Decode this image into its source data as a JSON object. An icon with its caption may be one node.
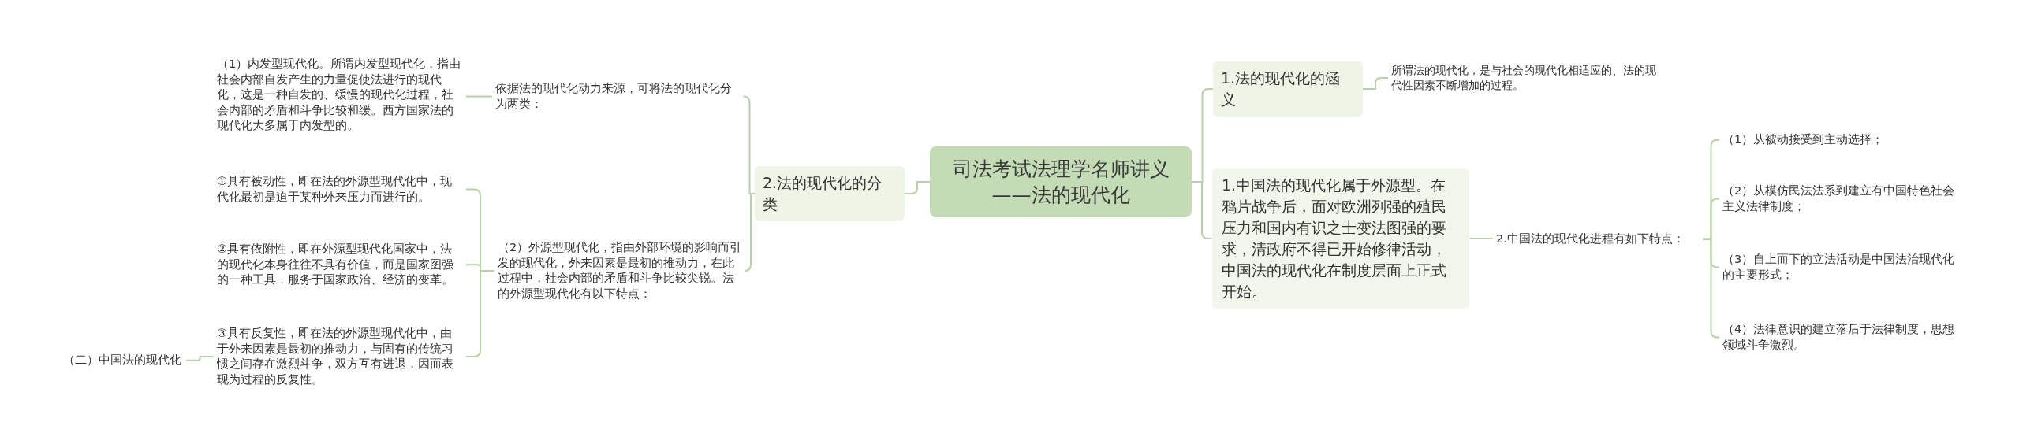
{
  "diagram": {
    "nodes": [
      {
        "text": [
          "司法考试法理学名师讲义——法的现代化"
        ]
      },
      {
        "text": [
          "1.法的现代化的涵义"
        ]
      },
      {
        "text": [
          "所谓法的现代化，是与社会的现代化相适应的、法的现代性因素不断增加的过程。"
        ]
      },
      {
        "text": [
          "1.中国法的现代化属于外源型。在鸦片战争后，面对欧洲列强的殖民压力和国内有识之士变法图强的要求，清政府不得已开始修律活动，中国法的现代化在制度层面上正式开始。"
        ]
      },
      {
        "text": [
          "2.中国法的现代化进程有如下特点："
        ]
      },
      {
        "text": [
          "（1）从被动接受到主动选择；"
        ]
      },
      {
        "text": [
          "（2）从模仿民法法系到建立有中国特色社会主义法律制度；"
        ]
      },
      {
        "text": [
          "（3）自上而下的立法活动是中国法治现代化的主要形式；"
        ]
      },
      {
        "text": [
          "（4）法律意识的建立落后于法律制度，思想领域斗争激烈。"
        ]
      },
      {
        "text": [
          "2.法的现代化的分类"
        ]
      },
      {
        "text": [
          "依据法的现代化动力来源，可将法的现代化分为两类："
        ]
      },
      {
        "text": [
          "（1）内发型现代化。所谓内发型现代化，指由社会内部自发产生的力量促使法进行的现代化，这是一种自发的、缓慢的现代化过程，社会内部的矛盾和斗争比较和缓。西方国家法的现代化大多属于内发型的。"
        ]
      },
      {
        "text": [
          "（2）外源型现代化，指由外部环境的影响而引发的现代化，外来因素是最初的推动力，在此过程中，社会内部的矛盾和斗争比较尖锐。法的外源型现代化有以下特点："
        ]
      },
      {
        "text": [
          "①具有被动性，即在法的外源型现代化中，现代化最初是迫于某种外来压力而进行的。"
        ]
      },
      {
        "text": [
          "②具有依附性，即在外源型现代化国家中，法的现代化本身往往不具有价值，而是国家图强的一种工具，服务于国家政治、经济的变革。"
        ]
      },
      {
        "text": [
          "③具有反复性，即在法的外源型现代化中，由于外来因素是最初的推动力，与固有的传统习惯之间存在激烈斗争，双方互有进退，因而表现为过程的反复性。"
        ]
      },
      {
        "text": [
          "（二）中国法的现代化"
        ]
      }
    ],
    "edges": [
      {
        "from": 0,
        "to": 1,
        "arrow": "none"
      },
      {
        "from": 1,
        "to": 2,
        "arrow": "none"
      },
      {
        "from": 0,
        "to": 3,
        "arrow": "none"
      },
      {
        "from": 3,
        "to": 4,
        "arrow": "none"
      },
      {
        "from": 4,
        "to": 5,
        "arrow": "none"
      },
      {
        "from": 4,
        "to": 6,
        "arrow": "none"
      },
      {
        "from": 4,
        "to": 7,
        "arrow": "none"
      },
      {
        "from": 4,
        "to": 8,
        "arrow": "none"
      },
      {
        "from": 0,
        "to": 9,
        "arrow": "none"
      },
      {
        "from": 9,
        "to": 10,
        "arrow": "none"
      },
      {
        "from": 10,
        "to": 11,
        "arrow": "none"
      },
      {
        "from": 9,
        "to": 12,
        "arrow": "none"
      },
      {
        "from": 12,
        "to": 13,
        "arrow": "none"
      },
      {
        "from": 12,
        "to": 14,
        "arrow": "none"
      },
      {
        "from": 12,
        "to": 15,
        "arrow": "none"
      },
      {
        "from": 15,
        "to": 16,
        "arrow": "none"
      }
    ]
  }
}
